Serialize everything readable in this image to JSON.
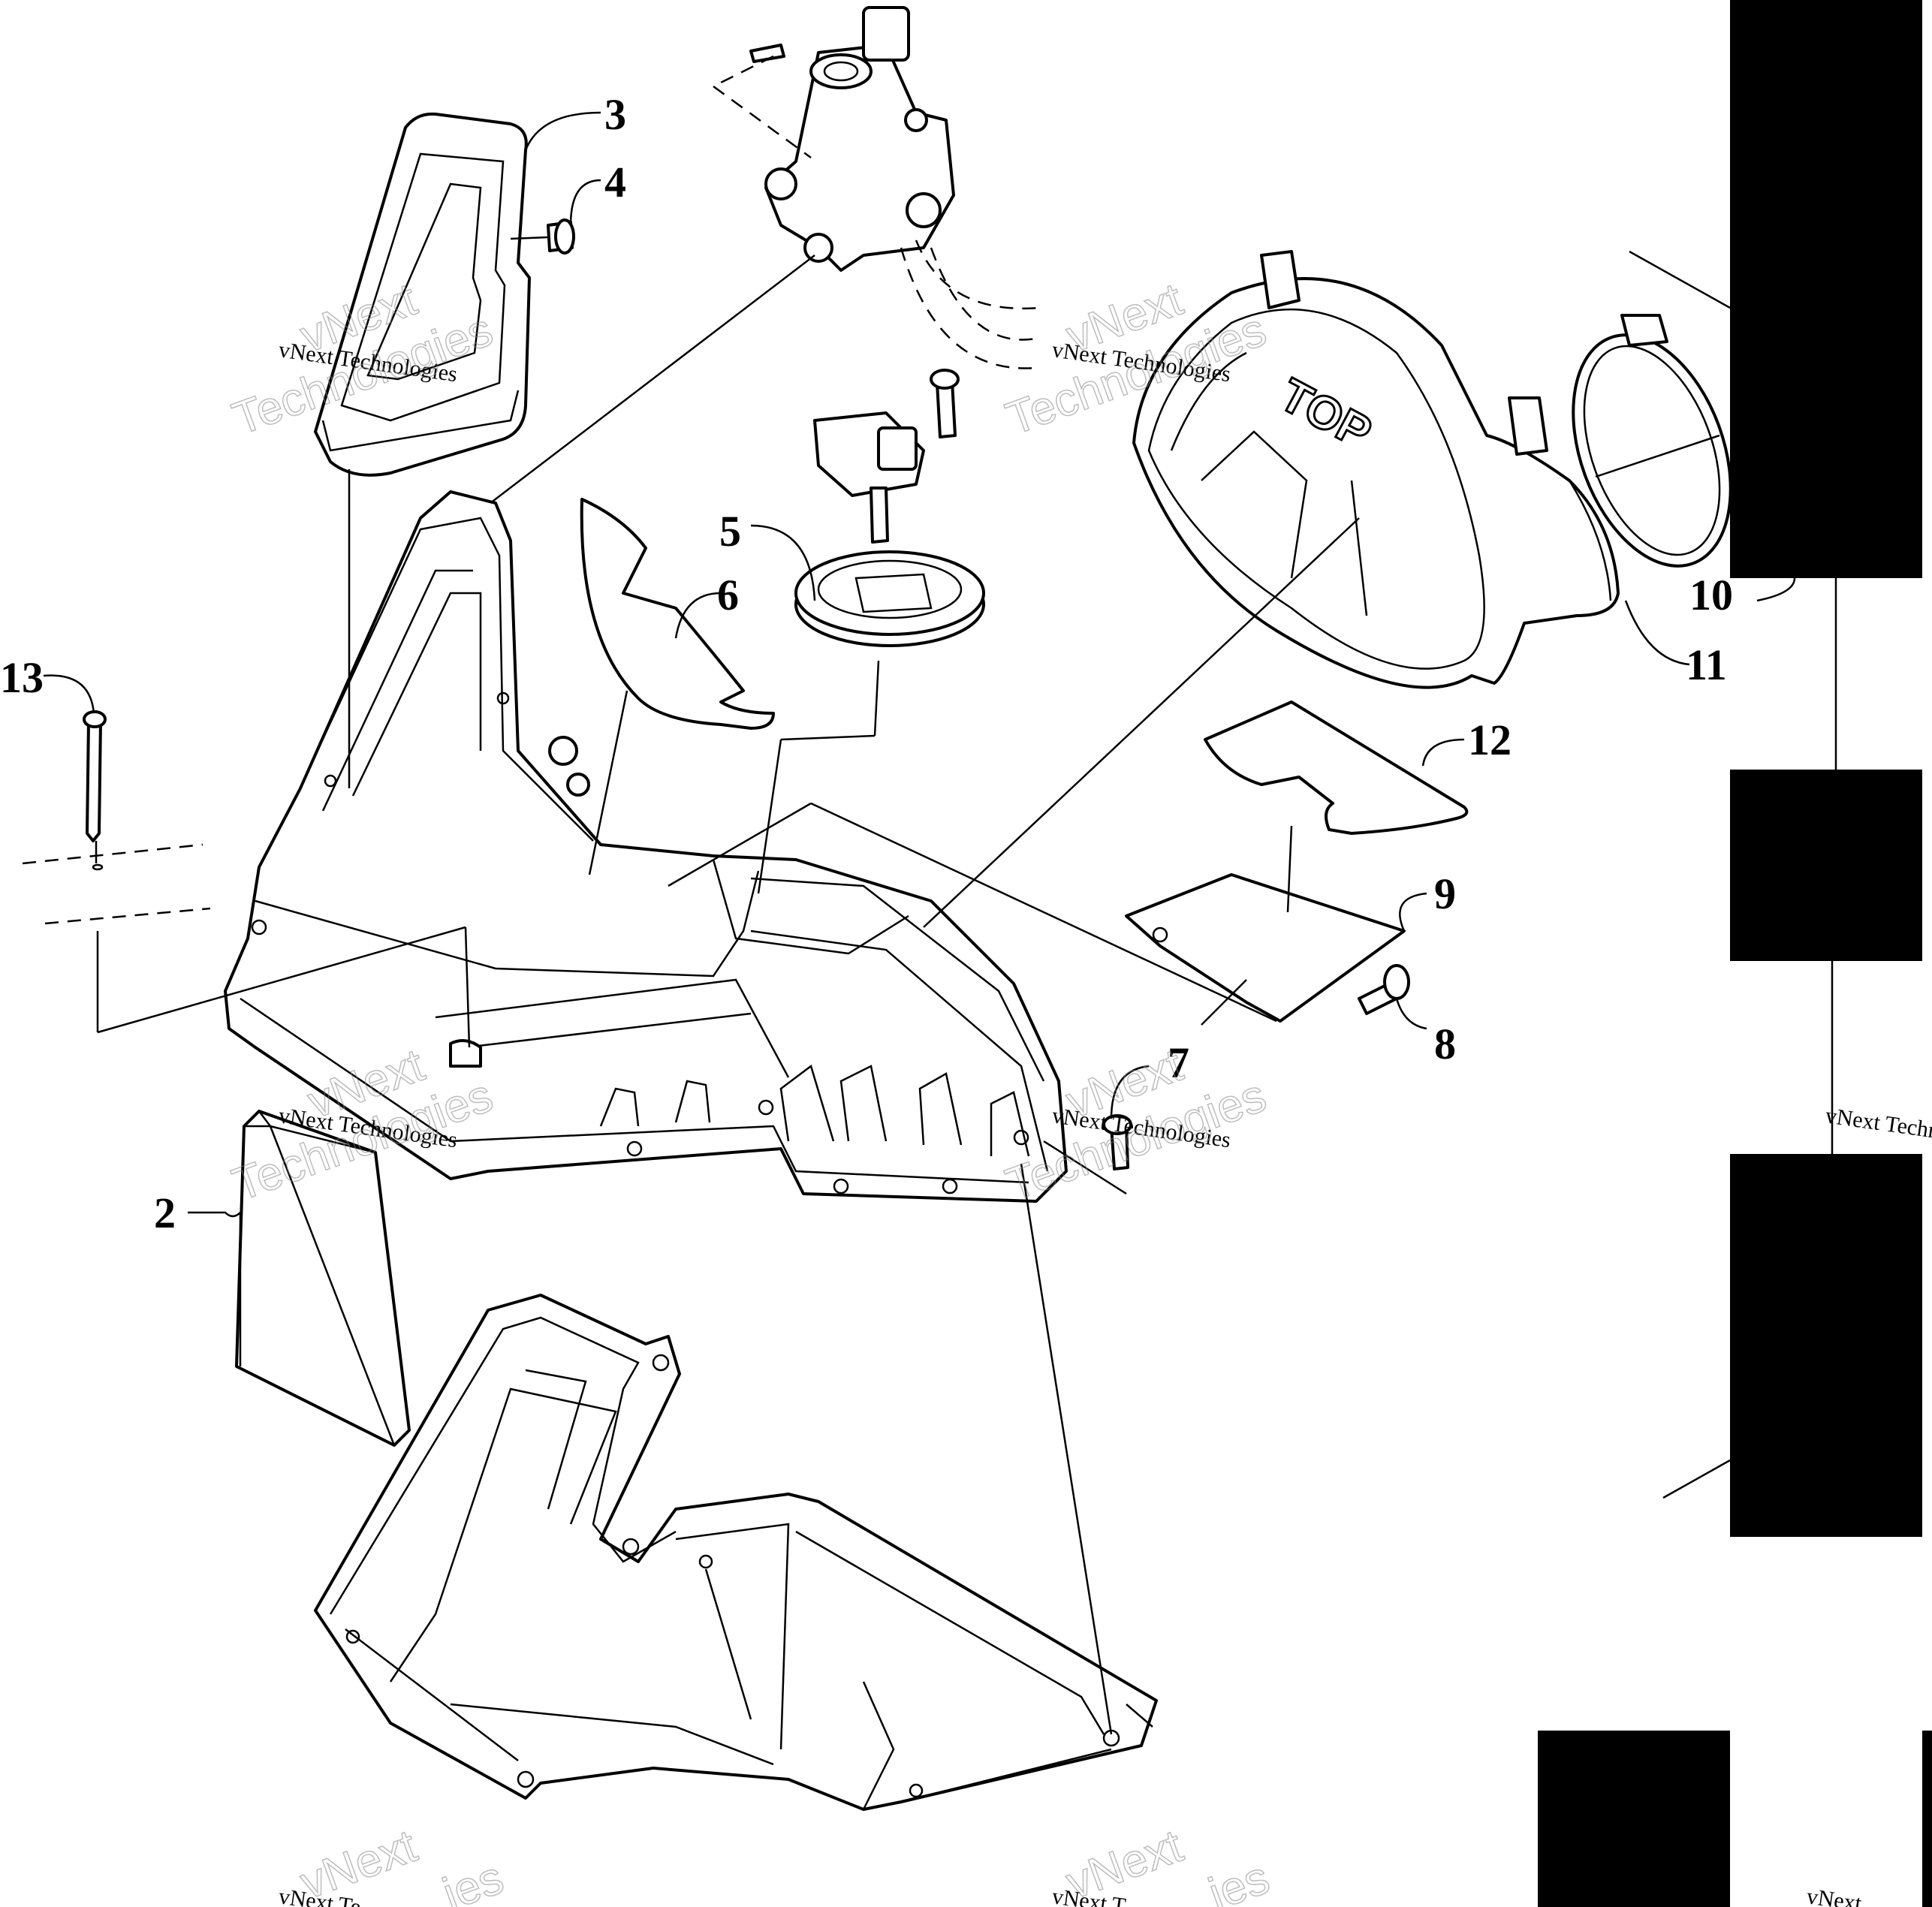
{
  "callouts": [
    "2",
    "3",
    "4",
    "5",
    "6",
    "7",
    "8",
    "9",
    "10",
    "11",
    "12",
    "13"
  ],
  "watermark": {
    "line1": "vNext",
    "line2": "vNext Technologies",
    "line3": "Technologies",
    "trunc_a": "vNext Te",
    "trunc_b": "vNext T",
    "trunc_c": "vNext",
    "trunc_d": "ies"
  },
  "duct_stamp": "TOP",
  "colors": {
    "ink": "#000000",
    "paper": "#ffffff",
    "redaction": "#000000"
  }
}
